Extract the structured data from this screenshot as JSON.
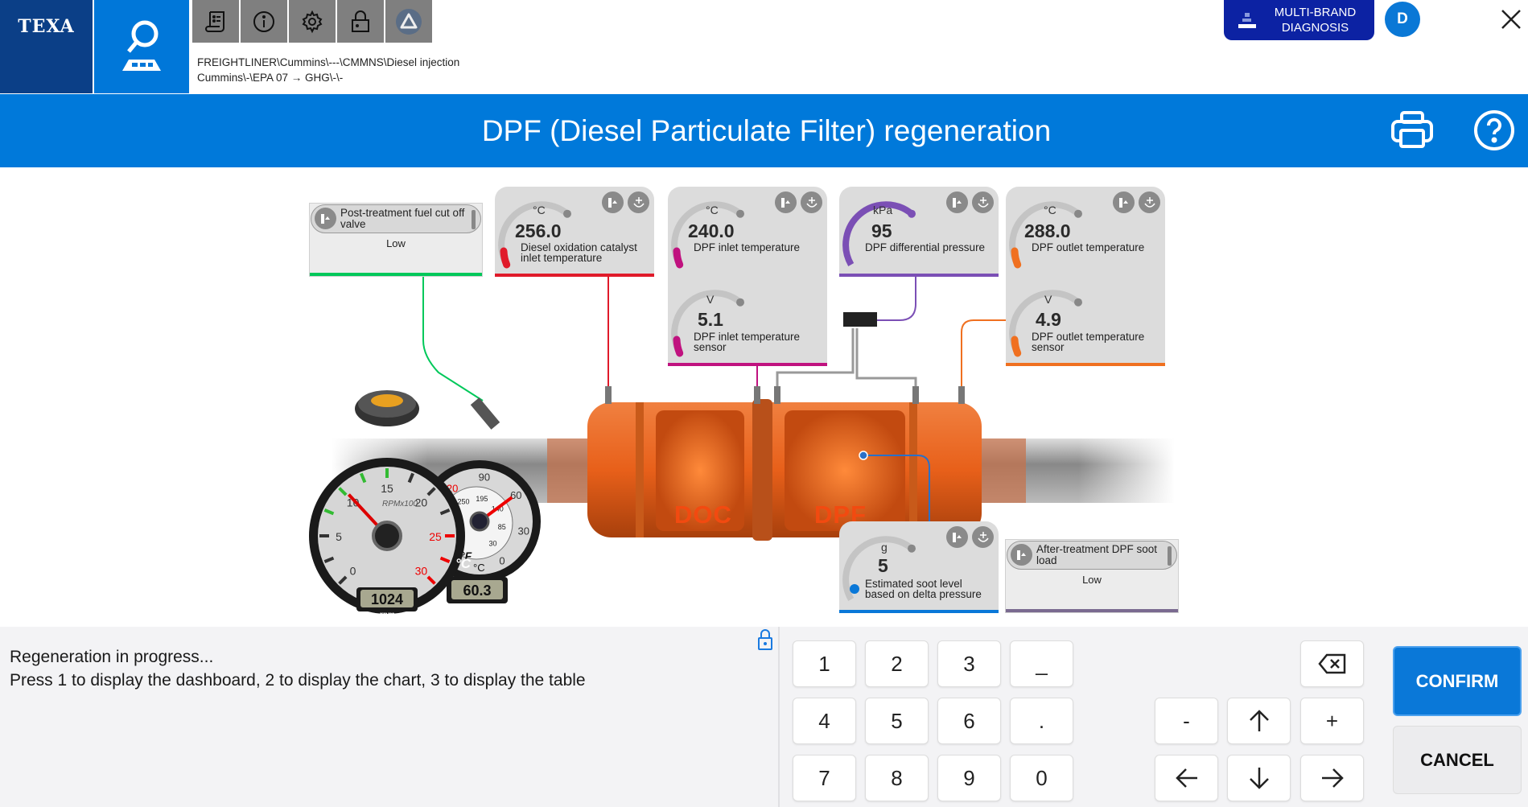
{
  "header": {
    "logo": "TEXA",
    "breadcrumb_line1": "FREIGHTLINER\\Cummins\\---\\CMMNS\\Diesel injection",
    "breadcrumb_line2": "Cummins\\-\\EPA 07 → GHG\\-\\-",
    "multibrand_line1": "MULTI-BRAND",
    "multibrand_line2": "DIAGNOSIS",
    "avatar": "D",
    "toolbar_icons": [
      "script-icon",
      "info-icon",
      "gear-icon",
      "lock-icon",
      "triangle-logo-icon"
    ]
  },
  "titlebar": {
    "title": "DPF (Diesel Particulate Filter) regeneration"
  },
  "diagram": {
    "fuel_valve": {
      "label": "Post-treatment fuel cut off valve",
      "status": "Low",
      "color": "#00c85a"
    },
    "doc_inlet_temp": {
      "unit": "°C",
      "value": "256.0",
      "label": "Diesel oxidation catalyst inlet temperature",
      "color": "#e01a2a"
    },
    "dpf_inlet_temp": {
      "unit": "°C",
      "value": "240.0",
      "label": "DPF inlet temperature",
      "color": "#c0127f"
    },
    "dpf_inlet_sensor": {
      "unit": "V",
      "value": "5.1",
      "label": "DPF inlet temperature sensor",
      "color": "#c0127f"
    },
    "dpf_diff_pressure": {
      "unit": "kPa",
      "value": "95",
      "label": "DPF differential pressure",
      "color": "#7b4fb5"
    },
    "dpf_outlet_temp": {
      "unit": "°C",
      "value": "288.0",
      "label": "DPF outlet temperature",
      "color": "#f07020"
    },
    "dpf_outlet_sensor": {
      "unit": "V",
      "value": "4.9",
      "label": "DPF outlet temperature sensor",
      "color": "#f07020"
    },
    "soot_estimated": {
      "unit": "g",
      "value": "5",
      "label": "Estimated soot level based on delta pressure",
      "color": "#0a78d8"
    },
    "soot_load": {
      "label": "After-treatment DPF soot load",
      "status": "Low",
      "color": "#7a6a90"
    },
    "doc_label": "DOC",
    "dpf_label": "DPF"
  },
  "rpm_gauge": {
    "scale_label": "RPMx100",
    "unit": "rpm",
    "readout": "1024",
    "value": 10.24,
    "ticks": [
      "0",
      "5",
      "10",
      "15",
      "20",
      "25",
      "30"
    ]
  },
  "temp_gauge": {
    "readout": "60.3",
    "value": 60.3,
    "unit_c": "°C",
    "unit_c_small": "°C",
    "unit_f": "°F",
    "ticks_c": [
      "0",
      "30",
      "60",
      "90",
      "120"
    ],
    "ticks_f": [
      "30",
      "85",
      "140",
      "195",
      "250"
    ]
  },
  "status": {
    "line1": "Regeneration in progress...",
    "line2": "Press 1 to display the dashboard, 2 to display the chart, 3 to display the table"
  },
  "keypad": {
    "keys": [
      "1",
      "2",
      "3",
      "_",
      "4",
      "5",
      "6",
      ".",
      "7",
      "8",
      "9",
      "0"
    ],
    "minus": "-",
    "plus": "+"
  },
  "actions": {
    "confirm": "CONFIRM",
    "cancel": "CANCEL"
  }
}
